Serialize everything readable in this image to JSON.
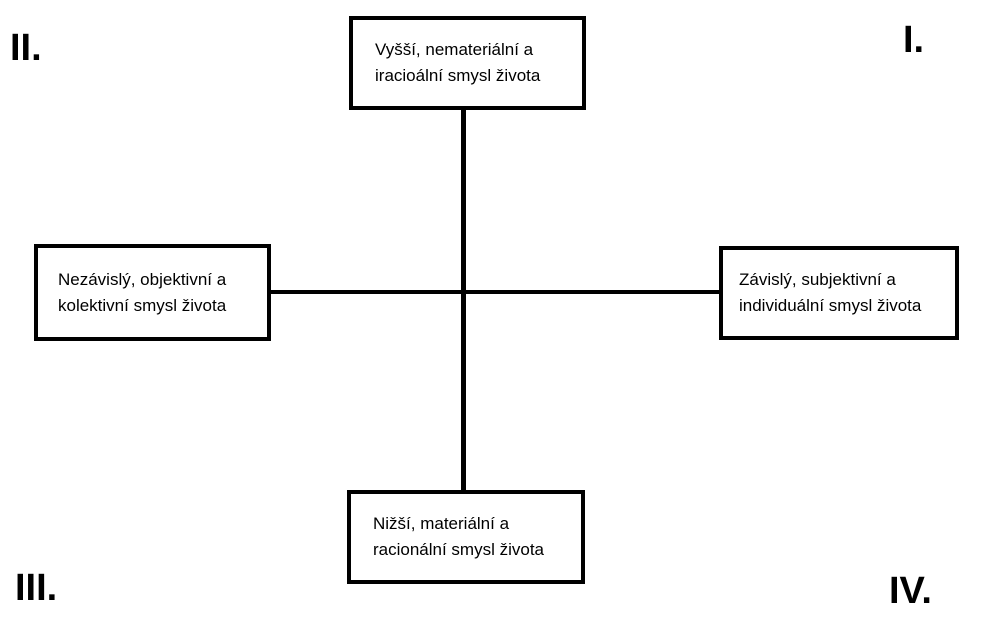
{
  "quadrants": {
    "q1": "I.",
    "q2": "II.",
    "q3": "III.",
    "q4": "IV."
  },
  "boxes": {
    "top": {
      "line1": "Vyšší, nemateriální a",
      "line2": "iracioální smysl života"
    },
    "left": {
      "line1": "Nezávislý, objektivní a",
      "line2": "kolektivní smysl života"
    },
    "right": {
      "line1": "Závislý, subjektivní a",
      "line2": "individuální smysl života"
    },
    "bottom": {
      "line1": "Nižší, materiální a",
      "line2": "racionální smysl života"
    }
  },
  "colors": {
    "line": "#000000",
    "background": "#ffffff"
  }
}
